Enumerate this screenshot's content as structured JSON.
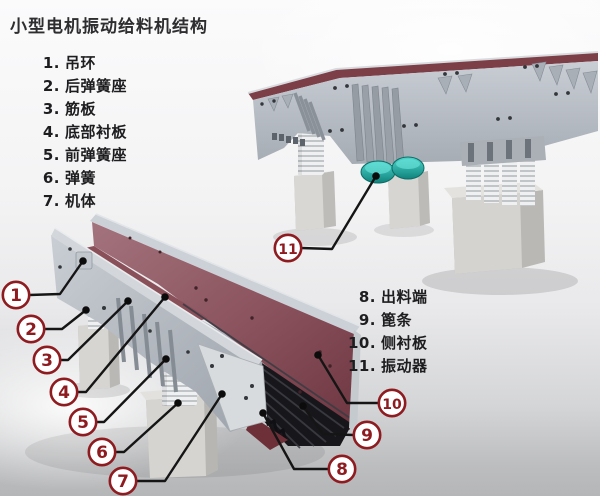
{
  "title": "小型电机振动给料机结构",
  "parts_list_left": [
    {
      "num": "1",
      "label": "吊环"
    },
    {
      "num": "2",
      "label": "后弹簧座"
    },
    {
      "num": "3",
      "label": "筋板"
    },
    {
      "num": "4",
      "label": "底部衬板"
    },
    {
      "num": "5",
      "label": "前弹簧座"
    },
    {
      "num": "6",
      "label": "弹簧"
    },
    {
      "num": "7",
      "label": "机体"
    }
  ],
  "parts_list_right": [
    {
      "num": "8",
      "label": "出料端"
    },
    {
      "num": "9",
      "label": "篦条"
    },
    {
      "num": "10",
      "label": "侧衬板"
    },
    {
      "num": "11",
      "label": "振动器"
    }
  ],
  "callouts": [
    {
      "num": "1",
      "part": "吊环"
    },
    {
      "num": "2",
      "part": "后弹簧座"
    },
    {
      "num": "3",
      "part": "筋板"
    },
    {
      "num": "4",
      "part": "底部衬板"
    },
    {
      "num": "5",
      "part": "前弹簧座"
    },
    {
      "num": "6",
      "part": "弹簧"
    },
    {
      "num": "7",
      "part": "机体"
    },
    {
      "num": "8",
      "part": "出料端"
    },
    {
      "num": "9",
      "part": "篦条"
    },
    {
      "num": "10",
      "part": "侧衬板"
    },
    {
      "num": "11",
      "part": "振动器"
    }
  ],
  "colors": {
    "accent_red": "#8e1b20",
    "callout_line": "#151515",
    "ink": "#2e2e30",
    "list_text": "#1d1d1f",
    "machine_gray": "#b6bbc2",
    "liner_maroon": "#7c4049",
    "liner_maroon_light": "#9b6a74",
    "grizzly_black": "#1b1b1f",
    "vibrator_teal": "#23b1a7",
    "pedestal_gray": "#d4d3cf",
    "spring_white": "#f0f0f1"
  }
}
